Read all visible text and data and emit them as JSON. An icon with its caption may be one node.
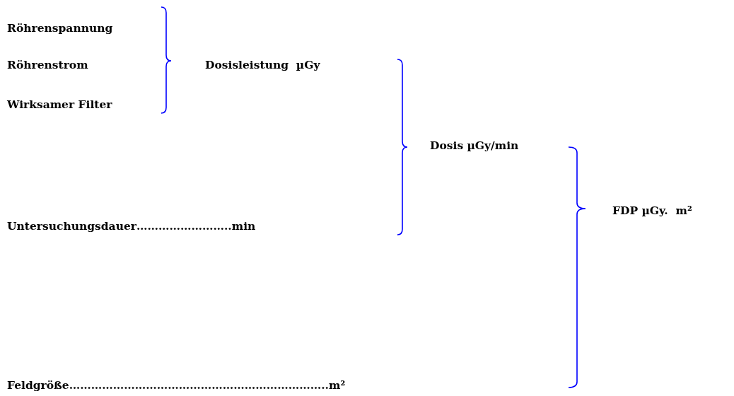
{
  "diagram": {
    "labels": [
      "Röhrenspannung",
      "Röhrenstrom",
      "Dosisleistung  µGy",
      "Wirksamer Filter",
      "Dosis µGy/min",
      "Untersuchungsdauer……………………..min",
      "FDP µGy.  m²",
      "Feldgröße……………………………………………………………..m²"
    ]
  }
}
